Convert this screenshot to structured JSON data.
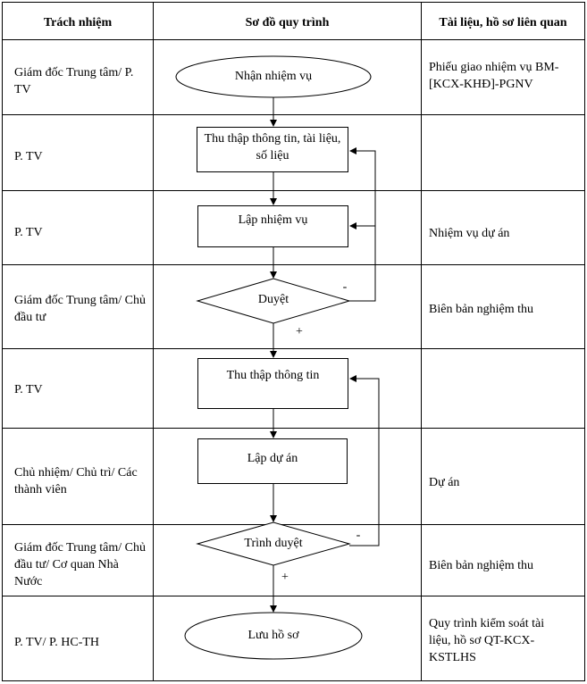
{
  "header": {
    "responsibility": "Trách nhiệm",
    "flowchart": "Sơ đồ quy trình",
    "documents": "Tài liệu, hồ sơ liên quan"
  },
  "rows": [
    {
      "responsibility": "Giám đốc Trung tâm/ P. TV",
      "document": "Phiếu giao nhiệm vụ BM-[KCX-KHĐ]-PGNV"
    },
    {
      "responsibility": "P. TV",
      "document": ""
    },
    {
      "responsibility": "P. TV",
      "document": "Nhiệm vụ dự án"
    },
    {
      "responsibility": "Giám đốc Trung tâm/ Chủ đầu tư",
      "document": "Biên bản nghiệm thu"
    },
    {
      "responsibility": "P. TV",
      "document": ""
    },
    {
      "responsibility": "Chủ nhiệm/ Chủ trì/ Các thành viên",
      "document": "Dự án"
    },
    {
      "responsibility": "Giám đốc Trung tâm/ Chủ đầu tư/ Cơ quan Nhà Nước",
      "document": "Biên bản nghiệm thu"
    },
    {
      "responsibility": "P. TV/ P. HC-TH",
      "document": "Quy trình kiểm soát tài liệu, hồ sơ QT-KCX-KSTLHS"
    }
  ],
  "steps": {
    "receive": "Nhận nhiệm vụ",
    "collect_docs": "Thu thập thông tin, tài liệu, số liệu",
    "plan_task": "Lập nhiệm vụ",
    "approve": "Duyệt",
    "collect_info": "Thu thập thông tin",
    "plan_project": "Lập dự án",
    "submit": "Trình duyệt",
    "archive": "Lưu hồ sơ"
  },
  "labels": {
    "minus": "-",
    "plus": "+"
  }
}
